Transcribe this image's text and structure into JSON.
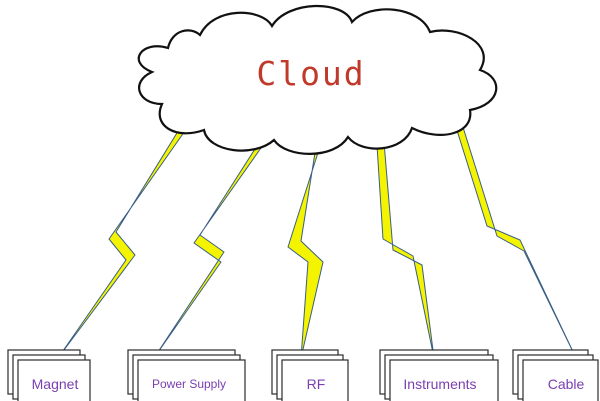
{
  "colors": {
    "cloud_text": "#c0392b",
    "box_text": "#7a3fb0",
    "bolt_fill": "#f4f400",
    "bolt_stroke": "#3a5f86"
  },
  "cloud": {
    "label": "Cloud",
    "icon": "cloud-icon"
  },
  "nodes": [
    {
      "id": "magnet",
      "label": "Magnet",
      "icon": "document-stack-icon"
    },
    {
      "id": "power-supply",
      "label": "Power Supply",
      "icon": "document-stack-icon"
    },
    {
      "id": "rf",
      "label": "RF",
      "icon": "document-stack-icon"
    },
    {
      "id": "instruments",
      "label": "Instruments",
      "icon": "document-stack-icon"
    },
    {
      "id": "cable",
      "label": "Cable",
      "icon": "document-stack-icon"
    }
  ],
  "connections": [
    {
      "from": "cloud",
      "to": "magnet",
      "icon": "lightning-bolt-icon"
    },
    {
      "from": "cloud",
      "to": "power-supply",
      "icon": "lightning-bolt-icon"
    },
    {
      "from": "cloud",
      "to": "rf",
      "icon": "lightning-bolt-icon"
    },
    {
      "from": "cloud",
      "to": "instruments",
      "icon": "lightning-bolt-icon"
    },
    {
      "from": "cloud",
      "to": "cable",
      "icon": "lightning-bolt-icon"
    }
  ]
}
